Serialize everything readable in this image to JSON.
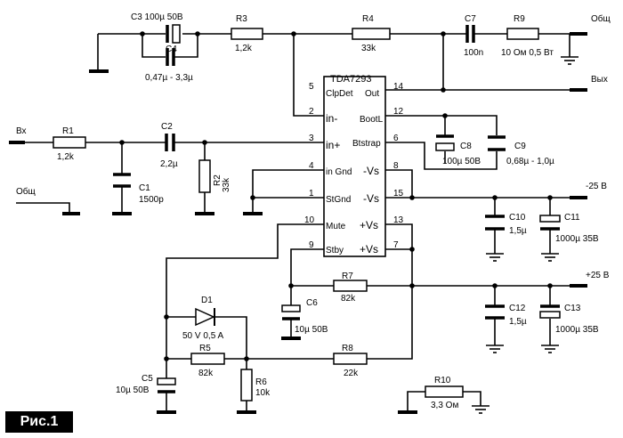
{
  "figure_label": "Рис.1",
  "ic": {
    "name": "TDA7293",
    "pins": [
      {
        "num": "5",
        "name": "ClpDet"
      },
      {
        "num": "2",
        "name": "in-"
      },
      {
        "num": "3",
        "name": "in+"
      },
      {
        "num": "4",
        "name": "in Gnd"
      },
      {
        "num": "1",
        "name": "StGnd"
      },
      {
        "num": "10",
        "name": "Mute"
      },
      {
        "num": "9",
        "name": "Stby"
      },
      {
        "num": "14",
        "name": "Out"
      },
      {
        "num": "12",
        "name": "BootL"
      },
      {
        "num": "6",
        "name": "Btstrap"
      },
      {
        "num": "8",
        "name": "-Vs"
      },
      {
        "num": "15",
        "name": "-Vs"
      },
      {
        "num": "13",
        "name": "+Vs"
      },
      {
        "num": "7",
        "name": "+Vs"
      }
    ]
  },
  "components": {
    "c3": "С3 100µ 50В",
    "c4": "С4",
    "c4_value": "0,47µ - 3,3µ",
    "r3": "R3",
    "r3_value": "1,2k",
    "r4": "R4",
    "r4_value": "33k",
    "c7": "С7",
    "c7_value": "100n",
    "r9": "R9",
    "r9_value": "10 Ом 0,5 Вт",
    "r1": "R1",
    "r1_value": "1,2k",
    "c2": "С2",
    "c2_value": "2,2µ",
    "c1": "С1",
    "c1_value": "1500р",
    "r2": "R2",
    "r2_value": "33k",
    "c8": "С8",
    "c8_value": "100µ 50В",
    "c9": "С9",
    "c9_value": "0,68µ - 1,0µ",
    "c10": "С10",
    "c10_value": "1,5µ",
    "c11": "С11",
    "c11_value": "1000µ 35В",
    "c12": "С12",
    "c12_value": "1,5µ",
    "c13": "С13",
    "c13_value": "1000µ 35В",
    "r7": "R7",
    "r7_value": "82k",
    "c6": "С6",
    "c6_value": "10µ 50В",
    "d1": "D1",
    "d1_value": "50 V 0,5 A",
    "r5": "R5",
    "r5_value": "82k",
    "r8": "R8",
    "r8_value": "22k",
    "r6": "R6",
    "r6_value": "10k",
    "c5": "С5",
    "c5_value": "10µ 50В",
    "r10": "R10",
    "r10_value": "3,3 Ом"
  },
  "nets": {
    "in": "Вх",
    "gnd_in": "Общ",
    "gnd_out": "Общ",
    "out": "Вых",
    "neg_supply": "-25 В",
    "pos_supply": "+25 В"
  }
}
